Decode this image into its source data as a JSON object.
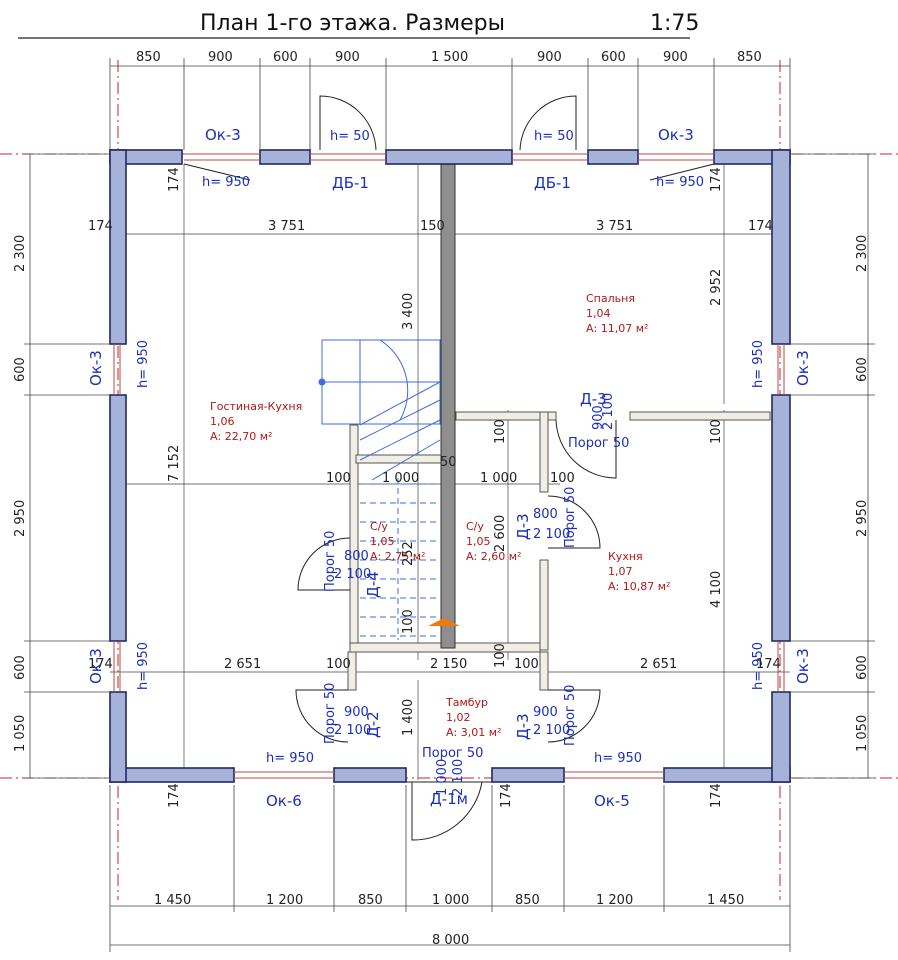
{
  "title": "План 1-го этажа. Размеры",
  "scale": "1:75",
  "top_dims": [
    "850",
    "900",
    "600",
    "900",
    "1 500",
    "900",
    "600",
    "900",
    "850"
  ],
  "bottom_dims": [
    "1 450",
    "1 200",
    "850",
    "1 000",
    "850",
    "1 200",
    "1 450"
  ],
  "overall_width": "8 000",
  "left_dims": [
    "2 300",
    "600",
    "2 950",
    "600",
    "1 050"
  ],
  "right_dims": [
    "2 300",
    "600",
    "2 950",
    "600",
    "1 050"
  ],
  "inner_dims": {
    "d174": "174",
    "d3751": "3 751",
    "d150": "150",
    "d3400": "3 400",
    "d2952": "2 952",
    "d7152": "7 152",
    "d100": "100",
    "d1000": "1 000",
    "d2600": "2 600",
    "d4100": "4 100",
    "d2651": "2 651",
    "d2150": "2 150",
    "d1400": "1 400",
    "d252": "252",
    "d50": "50"
  },
  "windows": {
    "ok3": "Ок-3",
    "ok5": "Ок-5",
    "ok6": "Ок-6",
    "h950": "h= 950",
    "h50": "h= 50",
    "db1": "ДБ-1"
  },
  "doors": {
    "d3": "Д-3",
    "d4": "Д-4",
    "d2": "Д-2",
    "d1m": "Д-1м",
    "w900": "900",
    "w800": "800",
    "w1000": "1 000",
    "h2100": "2 100",
    "threshold": "Порог 50"
  },
  "rooms": [
    {
      "name": "Гостиная-Кухня",
      "num": "1,06",
      "area": "А: 22,70 м²"
    },
    {
      "name": "Спальня",
      "num": "1,04",
      "area": "А: 11,07 м²"
    },
    {
      "name": "С/у",
      "num": "1,05",
      "area": "А: 2,75 м²"
    },
    {
      "name": "С/у",
      "num": "1,05",
      "area": "А: 2,60 м²"
    },
    {
      "name": "Кухня",
      "num": "1,07",
      "area": "А: 10,87 м²"
    },
    {
      "name": "Тамбур",
      "num": "1,02",
      "area": "А: 3,01 м²"
    }
  ],
  "colors": {
    "wall_fill": "#a7b2d8",
    "wall_stroke": "#1f2a66",
    "partition_fill": "#f1eee6",
    "dim_line": "#444444",
    "axis_line": "#d22222",
    "blue_text": "#1d2fb8",
    "red_text": "#b01818",
    "stair": "#3e6be0"
  }
}
